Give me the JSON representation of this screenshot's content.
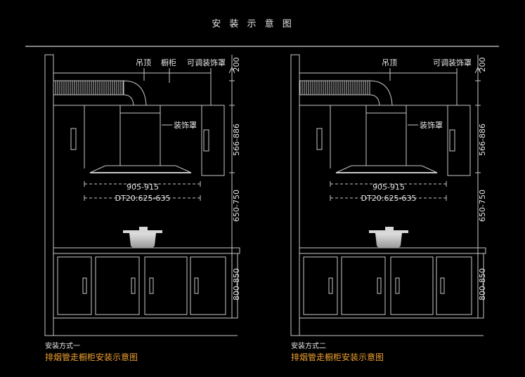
{
  "page_title": "安 装 示 意 图",
  "diagrams": [
    {
      "label_ceiling": "吊顶",
      "label_cabinet": "橱柜",
      "label_adjustable_cover": "可调装饰罩",
      "label_cover": "装饰罩",
      "dim_top": "200",
      "dim_cover": "566-886",
      "dim_hood_to_stove": "650-750",
      "dim_counter": "800-850",
      "width_range": "905-915",
      "width_model": "DT20:625-635",
      "caption_method": "安装方式一",
      "caption_title": "排烟管走橱柜安装示意图"
    },
    {
      "label_ceiling": "吊顶",
      "label_adjustable_cover": "可调装饰罩",
      "label_cover": "装饰罩",
      "dim_top": "200",
      "dim_cover": "566-886",
      "dim_hood_to_stove": "650-750",
      "dim_counter": "800-850",
      "width_range": "905-915",
      "width_model": "DT20:625-635",
      "caption_method": "安装方式二",
      "caption_title": "排烟管走橱柜安装示意图"
    }
  ],
  "colors": {
    "background": "#000000",
    "line": "#c8c8c8",
    "text": "#e6e6e6",
    "caption_accent": "#f0a030"
  }
}
